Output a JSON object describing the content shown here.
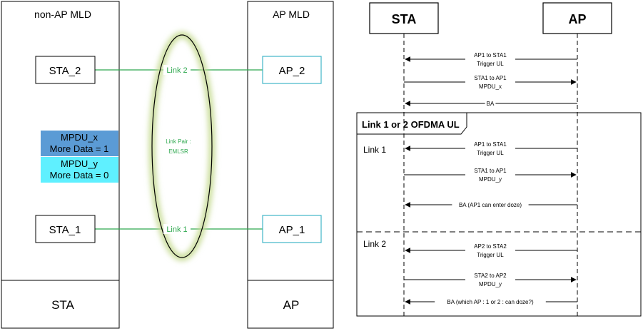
{
  "left_diagram": {
    "non_ap_mld_title": "non-AP MLD",
    "ap_mld_title": "AP MLD",
    "sta_footer": "STA",
    "ap_footer": "AP",
    "sta2": "STA_2",
    "sta1": "STA_1",
    "ap2": "AP_2",
    "ap1": "AP_1",
    "link2": "Link 2",
    "link1": "Link 1",
    "link_pair_line1": "Link Pair :",
    "link_pair_line2": "EMLSR",
    "mpdu_x_line1": "MPDU_x",
    "mpdu_x_line2": "More Data = 1",
    "mpdu_y_line1": "MPDU_y",
    "mpdu_y_line2": "More Data = 0",
    "colors": {
      "mpdu_x_fill": "#5b9bd5",
      "mpdu_y_fill": "#5ff0ff",
      "ap_border": "#41b6c8",
      "link_line": "#2fa84f",
      "ellipse_glow": "#c8dc96"
    }
  },
  "sequence": {
    "sta_label": "STA",
    "ap_label": "AP",
    "pre_messages": [
      {
        "line1": "AP1 to STA1",
        "line2": "Trigger UL",
        "direction": "to-sta"
      },
      {
        "line1": "STA1 to AP1",
        "line2": "MPDU_x",
        "direction": "to-ap"
      },
      {
        "line1": "BA",
        "line2": "",
        "direction": "to-sta"
      }
    ],
    "frame_title": "Link 1 or 2 OFDMA UL",
    "link1_label": "Link 1",
    "link2_label": "Link 2",
    "link1_messages": [
      {
        "line1": "AP1 to STA1",
        "line2": "Trigger UL",
        "direction": "to-sta"
      },
      {
        "line1": "STA1 to AP1",
        "line2": "MPDU_y",
        "direction": "to-ap"
      },
      {
        "line1": "BA (AP1 can enter doze)",
        "line2": "",
        "direction": "to-sta"
      }
    ],
    "link2_messages": [
      {
        "line1": "AP2 to STA2",
        "line2": "Trigger UL",
        "direction": "to-sta"
      },
      {
        "line1": "STA2 to AP2",
        "line2": "MPDU_y",
        "direction": "to-ap"
      },
      {
        "line1": "BA (which AP : 1 or 2 : can doze?)",
        "line2": "",
        "direction": "to-sta"
      }
    ]
  }
}
